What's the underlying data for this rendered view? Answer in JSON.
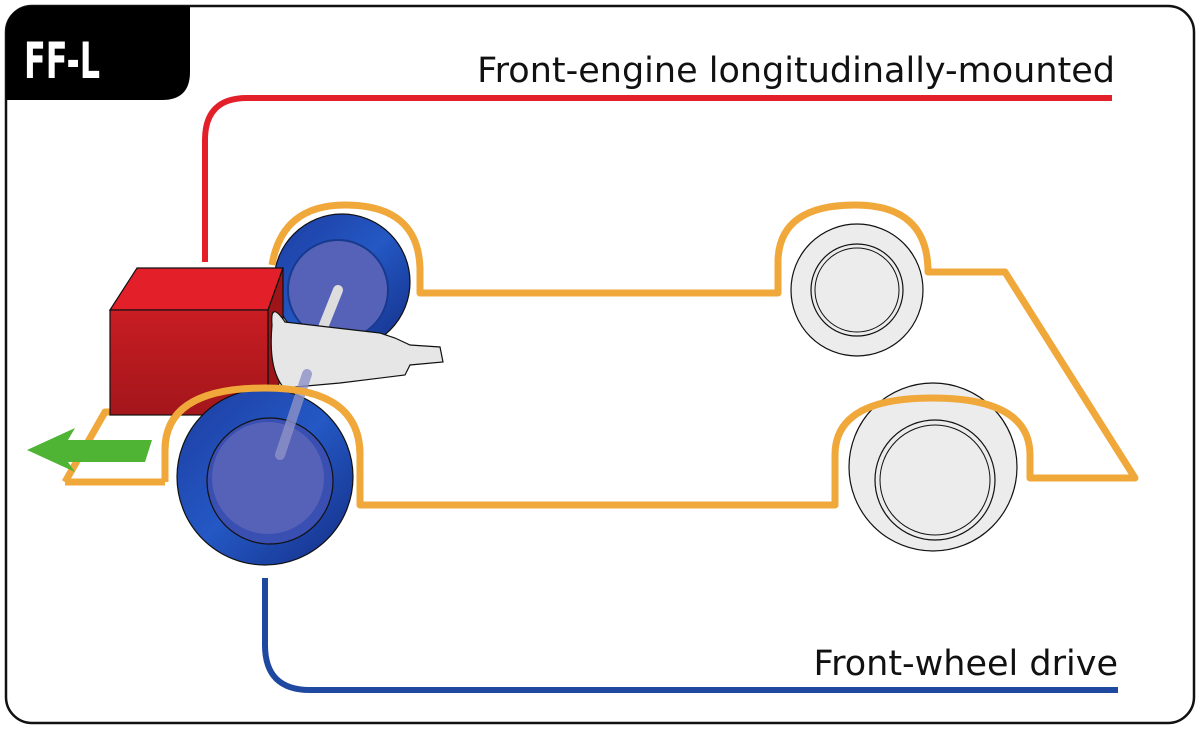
{
  "badge": {
    "text": "FF-L"
  },
  "labels": {
    "engine": "Front-engine longitudinally-mounted",
    "drive": "Front-wheel drive"
  },
  "colors": {
    "engine_line": "#e3202a",
    "drive_line": "#1f48a0",
    "chassis": "#f0a83a",
    "engine_block": "#c8181f",
    "driven_wheel": "#1a3fa6",
    "passive_wheel": "#ececec",
    "arrow": "#4fb434"
  }
}
